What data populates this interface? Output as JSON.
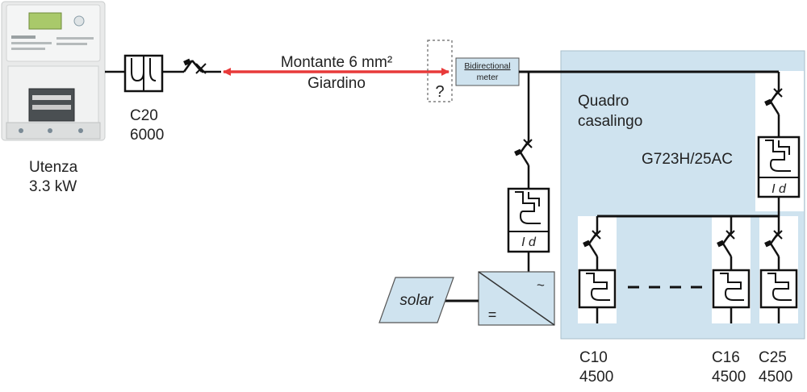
{
  "meter": {
    "label": "Utenza",
    "power": "3.3 kW"
  },
  "main_breaker": {
    "type": "C20",
    "rating": "6000"
  },
  "riser": {
    "line1": "Montante 6 mm²",
    "line2": "Giardino"
  },
  "unknown_box": {
    "symbol": "?"
  },
  "bidirectional_meter": {
    "line1": "Bidirectional",
    "line2": "meter"
  },
  "home_panel": {
    "title_line1": "Quadro",
    "title_line2": "casalingo",
    "differential_model": "G723H/25AC"
  },
  "differential_symbol": "I d",
  "solar": {
    "label": "solar"
  },
  "inverter": {
    "ac_symbol": "~",
    "dc_symbol": "="
  },
  "branches": [
    {
      "type": "C10",
      "rating": "4500"
    },
    {
      "type": "C16",
      "rating": "4500"
    },
    {
      "type": "C25",
      "rating": "4500"
    }
  ],
  "colors": {
    "panel_fill": "#cfe3ef",
    "riser_arrow": "#e83a3a",
    "line": "#111111"
  }
}
